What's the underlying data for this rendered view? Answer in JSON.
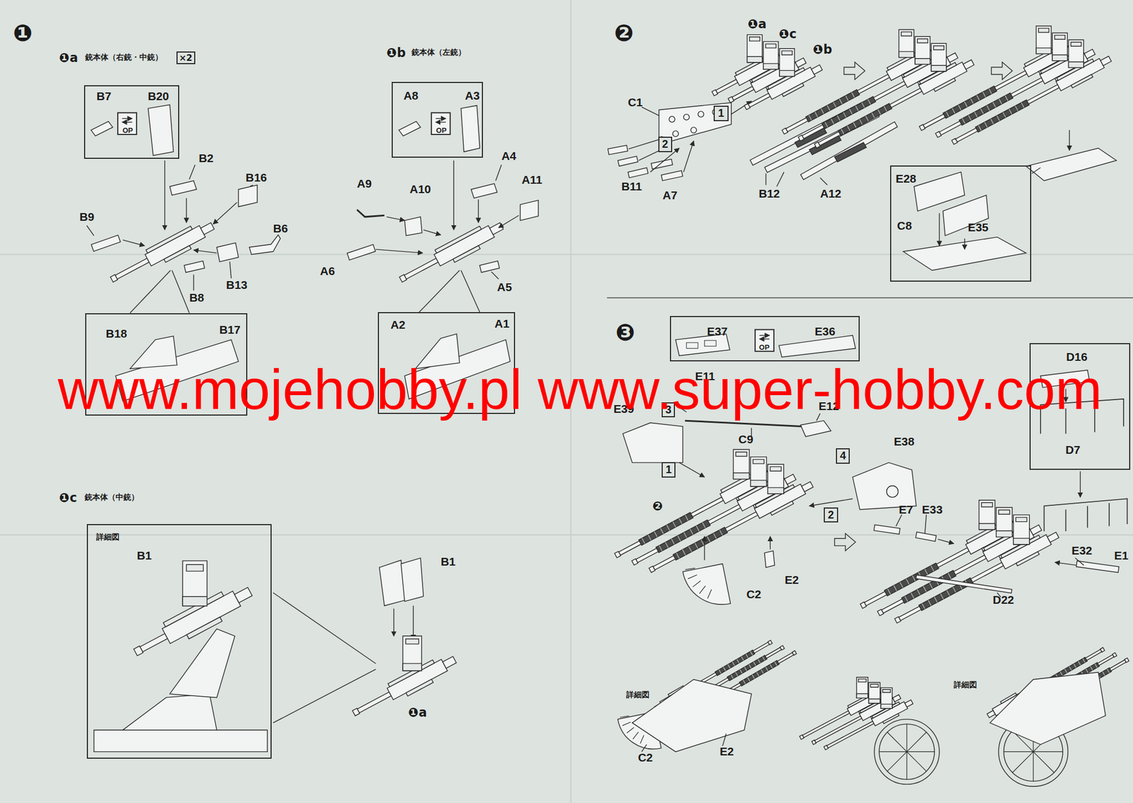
{
  "diagram": {
    "nodes": [
      {
        "text": [
          "×2"
        ]
      },
      {
        "text": [
          "B7",
          "OP",
          "B20"
        ]
      },
      {
        "text": [
          "B18",
          "B17"
        ]
      },
      {
        "text": [
          "A8",
          "OP",
          "A3"
        ]
      },
      {
        "text": [
          "A2",
          "A1"
        ]
      },
      {
        "text": [
          "詳細図",
          "B1"
        ]
      },
      {
        "text": [
          "1"
        ]
      },
      {
        "text": [
          "2"
        ]
      },
      {
        "text": [
          "E28",
          "C8",
          "E35"
        ]
      },
      {
        "text": [
          "E37",
          "OP",
          "E36"
        ]
      },
      {
        "text": [
          "3"
        ]
      },
      {
        "text": [
          "1"
        ]
      },
      {
        "text": [
          "4"
        ]
      },
      {
        "text": [
          "2"
        ]
      },
      {
        "text": [
          "D16",
          "D7"
        ]
      }
    ],
    "labels": [
      "❶",
      "❶a",
      "銃本体（右銃・中銃）",
      "❶b",
      "銃本体（左銃）",
      "B2",
      "B16",
      "B9",
      "B6",
      "B13",
      "B8",
      "A9",
      "A10",
      "A4",
      "A11",
      "A6",
      "A5",
      "❶c",
      "銃本体（中銃）",
      "B1",
      "❶a",
      "❷",
      "❶a",
      "❶c",
      "❶b",
      "C1",
      "B11",
      "A7",
      "B12",
      "A12",
      "❸",
      "E11",
      "E39",
      "E12",
      "C9",
      "E38",
      "❷",
      "E2",
      "C2",
      "E7",
      "E33",
      "E32",
      "E1",
      "D22",
      "詳細図",
      "C2",
      "E2",
      "詳細図",
      "www.mojehobby.pl www.super-hobby.com"
    ]
  }
}
